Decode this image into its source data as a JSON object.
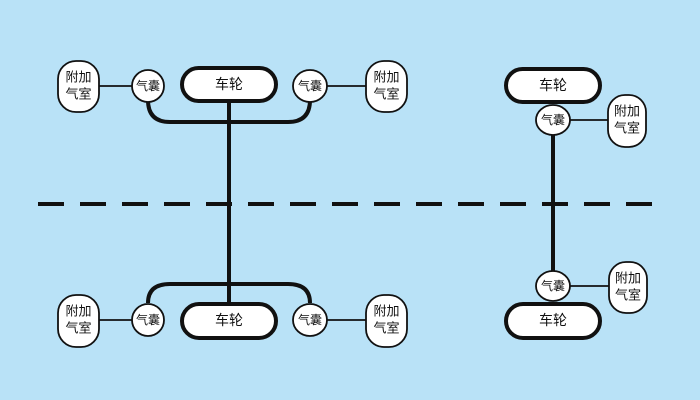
{
  "labels": {
    "wheel": "车轮",
    "airbag": "气囊",
    "chamber_line1": "附加",
    "chamber_line2": "气室"
  },
  "colors": {
    "background": "#b9e2f7",
    "stroke": "#111111",
    "fill": "#ffffff"
  }
}
